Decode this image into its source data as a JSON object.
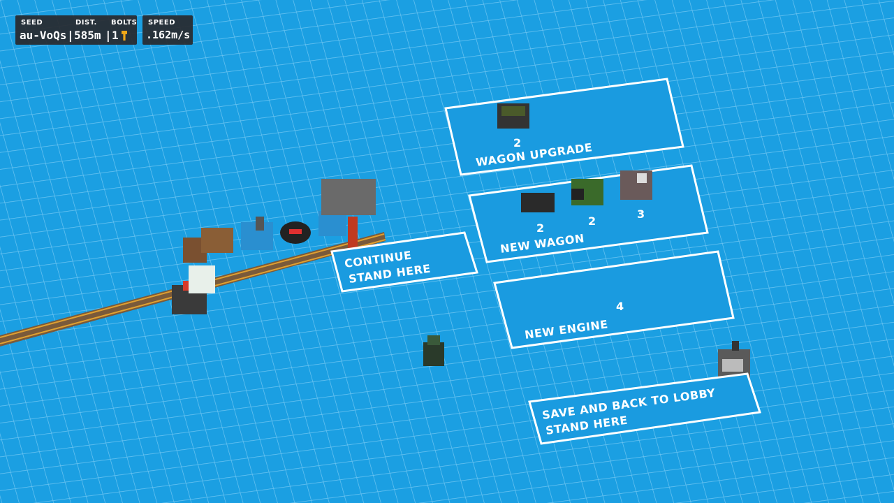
{
  "hud": {
    "seed_label": "SEED",
    "seed_value": "au-VoQs",
    "dist_label": "DIST.",
    "dist_value": "585m",
    "bolts_label": "BOLTS",
    "bolts_value": "1",
    "speed_label": "SPEED",
    "speed_value": ".162m/s",
    "separator": "|"
  },
  "panels": {
    "wagon_upgrade": {
      "cost": "2",
      "label": "WAGON UPGRADE"
    },
    "new_wagon": {
      "costs": [
        "2",
        "2",
        "3"
      ],
      "label": "NEW WAGON"
    },
    "continue": {
      "line1": "CONTINUE",
      "line2": "STAND HERE"
    },
    "new_engine": {
      "cost": "4",
      "label": "NEW ENGINE"
    },
    "save": {
      "line1": "SAVE AND BACK TO LOBBY",
      "line2": "STAND HERE"
    }
  },
  "colors": {
    "background": "#1b9fe2",
    "panel": "#1a9be0",
    "border": "#ffffff",
    "bolt": "#f0a818"
  }
}
